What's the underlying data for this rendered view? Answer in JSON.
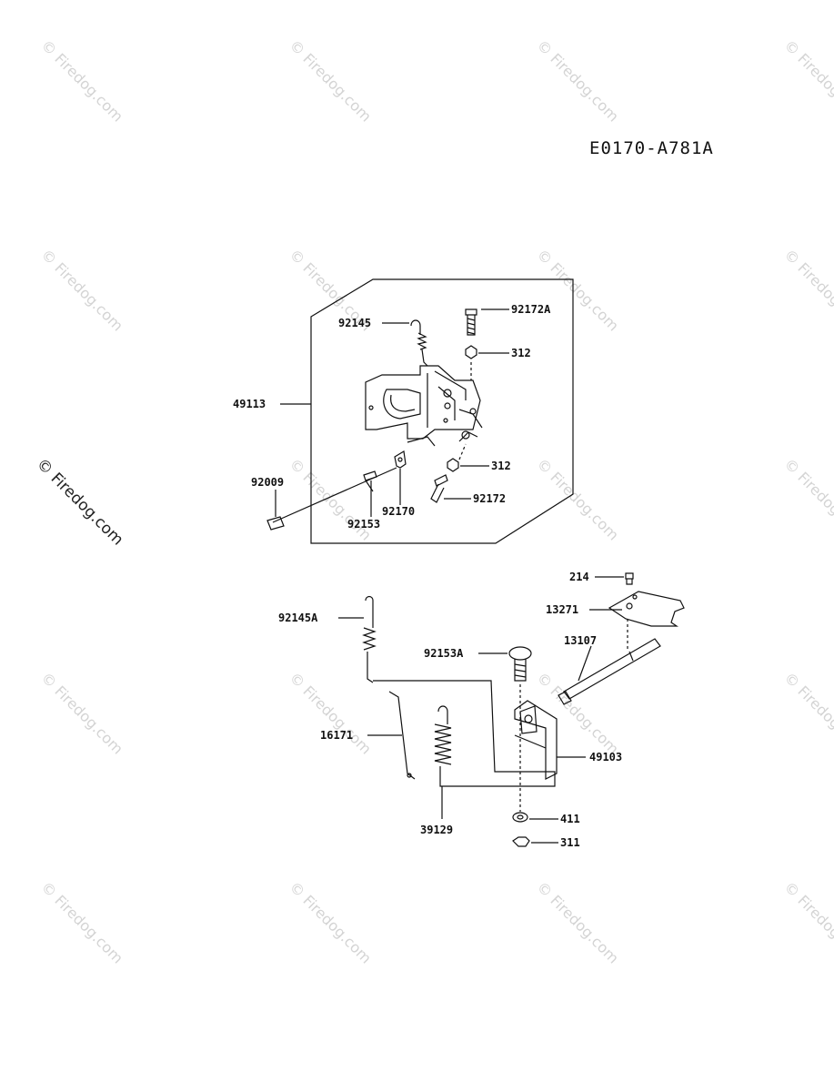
{
  "diagram_code": "E0170-A781A",
  "watermark_text": "© Firedog.com",
  "part_labels": {
    "p92145": "92145",
    "p92172A": "92172A",
    "p312a": "312",
    "p49113": "49113",
    "p312b": "312",
    "p92009": "92009",
    "p92170": "92170",
    "p92172": "92172",
    "p92153": "92153",
    "p214": "214",
    "p13271": "13271",
    "p92145A": "92145A",
    "p92153A": "92153A",
    "p13107": "13107",
    "p16171": "16171",
    "p49103": "49103",
    "p39129": "39129",
    "p411": "411",
    "p311": "311"
  }
}
